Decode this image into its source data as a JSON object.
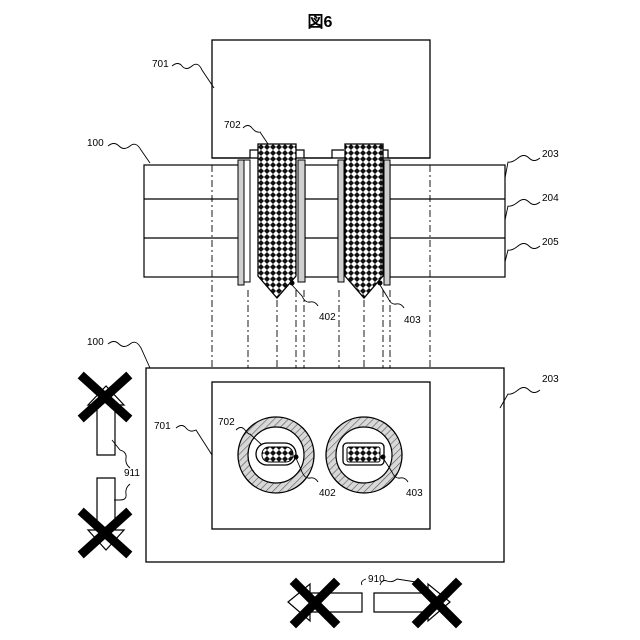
{
  "figure": {
    "title": "図6"
  },
  "labels": {
    "l701_top": "701",
    "l702_top": "702",
    "l100_top": "100",
    "l203_top": "203",
    "l204": "204",
    "l205": "205",
    "l402_top": "402",
    "l403_top": "403",
    "l100_bot": "100",
    "l203_bot": "203",
    "l701_bot": "701",
    "l702_bot": "702",
    "l402_bot": "402",
    "l403_bot": "403",
    "l911": "911",
    "l910": "910"
  }
}
